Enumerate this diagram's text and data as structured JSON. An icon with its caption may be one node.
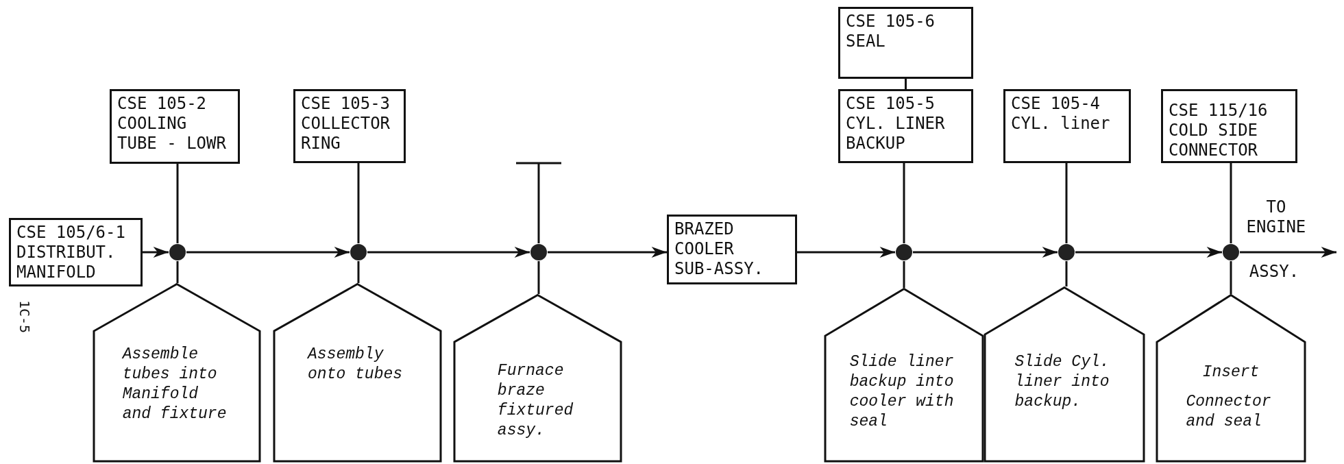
{
  "diagram": {
    "nodes": [
      {
        "text": [
          "CSE 105/6-1 DISTRIBUT. MANIFOLD"
        ]
      },
      {
        "text": [
          "CSE 105-2 COOLING TUBE - LOWR"
        ]
      },
      {
        "text": [],
        "shape": "circle"
      },
      {
        "text": [
          "Assemble tubes into Manifold and fixture"
        ]
      },
      {
        "text": [
          "CSE 105-3 COLLECTOR RING"
        ]
      },
      {
        "text": [],
        "shape": "circle"
      },
      {
        "text": [
          "Assembly onto tubes"
        ]
      },
      {
        "text": [],
        "shape": "circle"
      },
      {
        "text": [
          "Furnace braze fixtured assy."
        ]
      },
      {
        "text": [
          "BRAZED COOLER SUB-ASSY."
        ]
      },
      {
        "text": [
          "CSE 105-6 SEAL"
        ]
      },
      {
        "text": [
          "CSE 105-5 CYL. LINER BACKUP"
        ]
      },
      {
        "text": [],
        "shape": "circle"
      },
      {
        "text": [
          "Slide liner backup into cooler with seal"
        ]
      },
      {
        "text": [
          "CSE 105-4 CYL. liner"
        ]
      },
      {
        "text": [],
        "shape": "circle"
      },
      {
        "text": [
          "Slide Cyl. liner into backup."
        ]
      },
      {
        "text": [
          "CSE 115/16 COLD SIDE CONNECTOR"
        ]
      },
      {
        "text": [],
        "shape": "circle"
      },
      {
        "text": [
          "Insert",
          "Connector and seal"
        ]
      }
    ],
    "edges": [
      {
        "from": 0,
        "to": 2,
        "arrow": "to"
      },
      {
        "from": 1,
        "to": 2,
        "arrow": "none"
      },
      {
        "from": 2,
        "to": 3,
        "arrow": "none"
      },
      {
        "from": 2,
        "to": 5,
        "arrow": "to"
      },
      {
        "from": 4,
        "to": 5,
        "arrow": "none"
      },
      {
        "from": 5,
        "to": 6,
        "arrow": "none"
      },
      {
        "from": 5,
        "to": 7,
        "arrow": "to"
      },
      {
        "from": null,
        "to": 7,
        "arrow": "other"
      },
      {
        "from": 7,
        "to": 8,
        "arrow": "none"
      },
      {
        "from": 7,
        "to": 9,
        "arrow": "to"
      },
      {
        "from": 9,
        "to": 12,
        "arrow": "to"
      },
      {
        "from": 10,
        "to": 11,
        "arrow": "none"
      },
      {
        "from": 11,
        "to": 12,
        "arrow": "none"
      },
      {
        "from": 12,
        "to": 13,
        "arrow": "none"
      },
      {
        "from": 12,
        "to": 15,
        "arrow": "to"
      },
      {
        "from": 14,
        "to": 15,
        "arrow": "none"
      },
      {
        "from": 15,
        "to": 16,
        "arrow": "none"
      },
      {
        "from": 15,
        "to": 18,
        "arrow": "to"
      },
      {
        "from": 17,
        "to": 18,
        "arrow": "none"
      },
      {
        "from": 18,
        "to": 19,
        "arrow": "none"
      },
      {
        "from": 18,
        "to": null,
        "arrow": "to"
      }
    ],
    "labels": [
      "1C-5",
      "TO ENGINE",
      "ASSY."
    ]
  }
}
